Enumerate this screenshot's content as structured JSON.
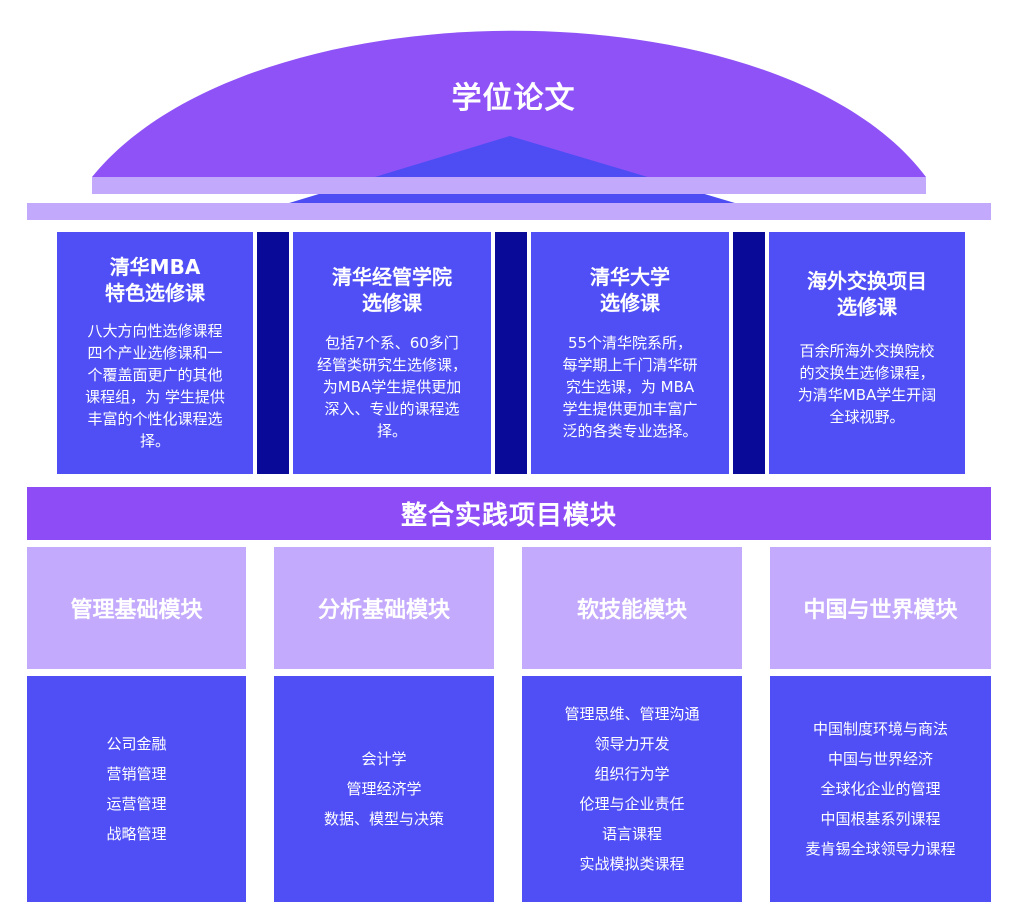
{
  "roof": {
    "title": "学位论文"
  },
  "pillars": [
    {
      "title1": "清华MBA",
      "title2": "特色选修课",
      "desc": [
        "八大方向性选修课程",
        "四个产业选修课和一",
        "个覆盖面更广的其他",
        "课程组，为 学生提供",
        "丰富的个性化课程选",
        "择。"
      ]
    },
    {
      "title1": "清华经管学院",
      "title2": "选修课",
      "desc": [
        "包括7个系、60多门",
        "经管类研究生选修课，",
        "为MBA学生提供更加",
        "深入、专业的课程选",
        "择。"
      ]
    },
    {
      "title1": "清华大学",
      "title2": "选修课",
      "desc": [
        "55个清华院系所，",
        "每学期上千门清华研",
        "究生选课，为 MBA",
        "学生提供更加丰富广",
        "泛的各类专业选择。"
      ]
    },
    {
      "title1": "海外交换项目",
      "title2": "选修课",
      "desc": [
        "百余所海外交换院校",
        "的交换生选修课程，",
        "为清华MBA学生开阔",
        "全球视野。"
      ]
    }
  ],
  "band": {
    "title": "整合实践项目模块"
  },
  "modules": [
    {
      "title": "管理基础模块",
      "items": [
        "公司金融",
        "营销管理",
        "运营管理",
        "战略管理"
      ]
    },
    {
      "title": "分析基础模块",
      "items": [
        "会计学",
        "管理经济学",
        "数据、模型与决策"
      ]
    },
    {
      "title": "软技能模块",
      "items": [
        "管理思维、管理沟通",
        "领导力开发",
        "组织行为学",
        "伦理与企业责任",
        "语言课程",
        "实战模拟类课程"
      ]
    },
    {
      "title": "中国与世界模块",
      "items": [
        "中国制度环境与商法",
        "中国与世界经济",
        "全球化企业的管理",
        "中国根基系列课程",
        "麦肯锡全球领导力课程"
      ]
    }
  ],
  "colors": {
    "dome": "#8f52f7",
    "pediment": "#4e4df4",
    "ledge": "#c3a9fb",
    "pillar": "#4f4ff5",
    "gap": "#0a0a99",
    "band": "#8e4cf7",
    "module_head": "#c4aafc",
    "module_body": "#4f4ff5"
  }
}
